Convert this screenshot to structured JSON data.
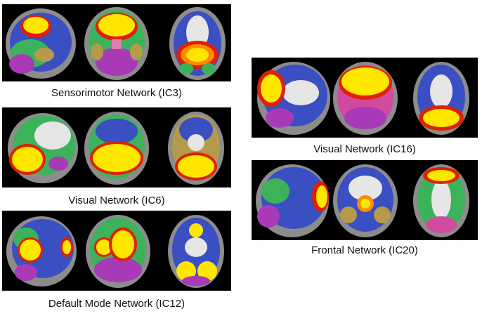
{
  "figure": {
    "panels": [
      {
        "id": "ic3",
        "caption": "Sensorimotor Network (IC3)"
      },
      {
        "id": "ic6",
        "caption": "Visual Network (IC6)"
      },
      {
        "id": "ic12",
        "caption": "Default Mode Network (IC12)"
      },
      {
        "id": "ic16",
        "caption": "Visual Network (IC16)"
      },
      {
        "id": "ic20",
        "caption": "Frontal Network (IC20)"
      }
    ],
    "colors": {
      "background_strip": "#000000",
      "skull": "#9a9a9a",
      "white_matter": "#e6e6e6",
      "frontal_blue": "#3a4fc2",
      "green": "#3cb35a",
      "purple_cerebellum": "#a83ab8",
      "magenta": "#d04aa0",
      "tan": "#b49a4a",
      "pink": "#e07ab0",
      "activation_yellow": "#ffe600",
      "activation_orange": "#ff8a00",
      "activation_red": "#e02000"
    }
  }
}
